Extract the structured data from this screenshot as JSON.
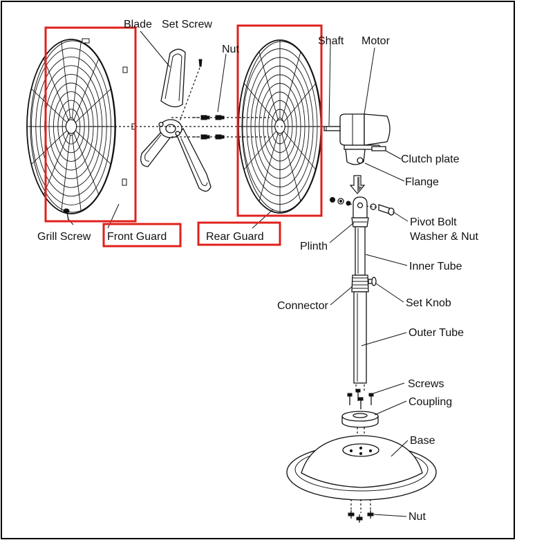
{
  "diagram": {
    "labels": {
      "blade": "Blade",
      "set_screw": "Set Screw",
      "nut_top": "Nut",
      "shaft": "Shaft",
      "motor": "Motor",
      "clutch_plate": "Clutch plate",
      "flange": "Flange",
      "pivot_bolt_1": "Pivot Bolt",
      "pivot_bolt_2": "Washer & Nut",
      "grill_screw": "Grill Screw",
      "front_guard": "Front Guard",
      "rear_guard": "Rear Guard",
      "plinth": "Plinth",
      "inner_tube": "Inner Tube",
      "connector": "Connector",
      "set_knob": "Set Knob",
      "outer_tube": "Outer Tube",
      "screws": "Screws",
      "coupling": "Coupling",
      "base": "Base",
      "nut_bottom": "Nut"
    },
    "colors": {
      "highlight": "#e0201b",
      "ink": "#111111",
      "background": "#ffffff",
      "frame": "#000000"
    }
  }
}
